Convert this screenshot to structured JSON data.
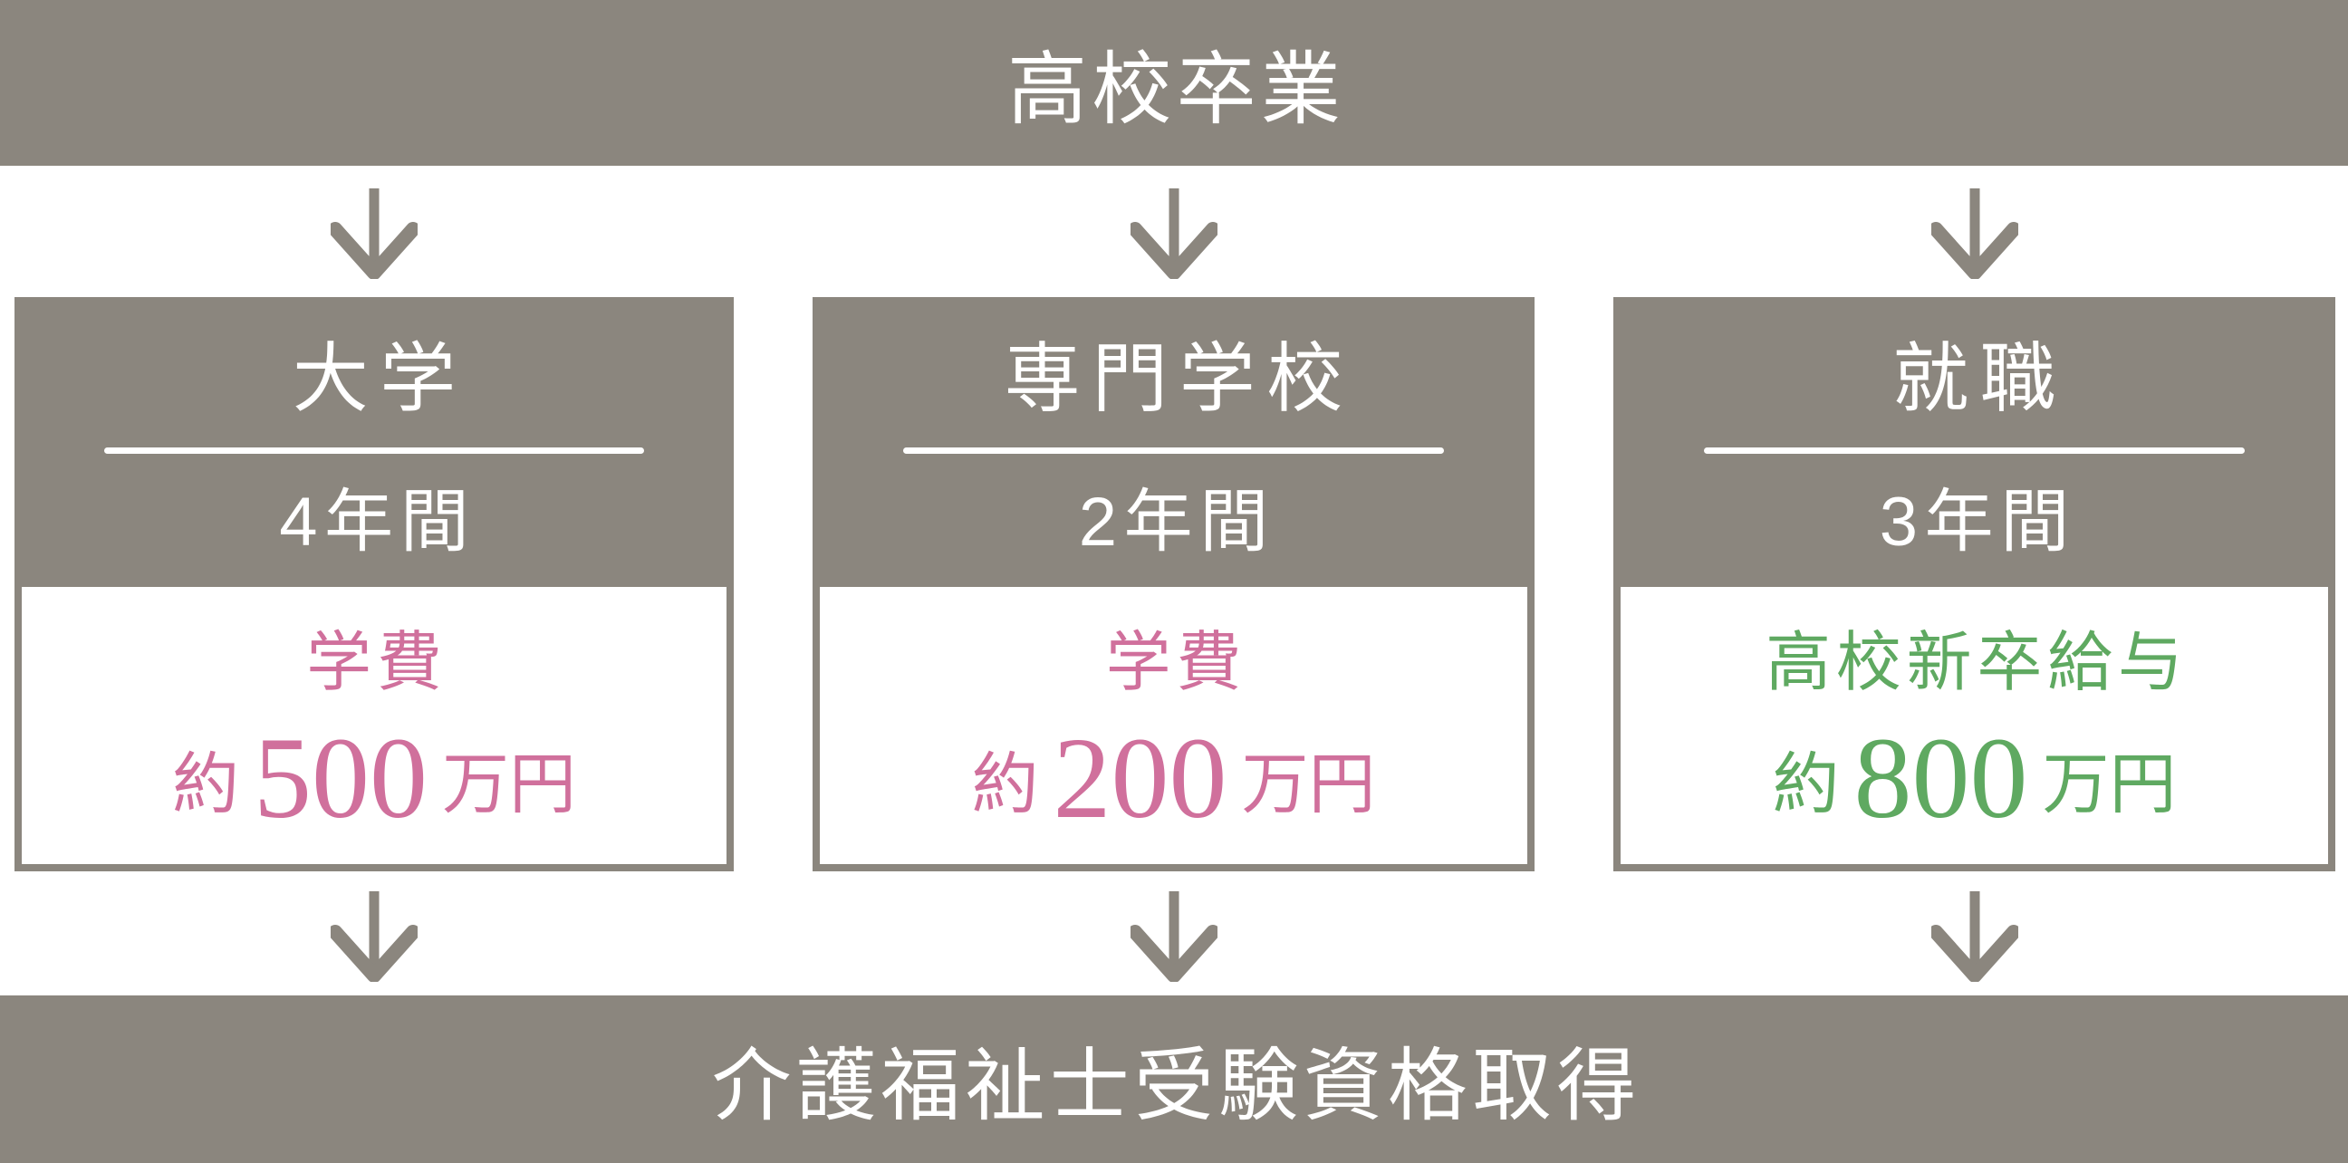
{
  "colors": {
    "gray": "#8b867e",
    "pink": "#d0709c",
    "green": "#5fa961",
    "white": "#ffffff",
    "page_bg": "#ffffff"
  },
  "top_banner": {
    "label": "高校卒業"
  },
  "bottom_banner": {
    "label": "介護福祉士受験資格取得"
  },
  "columns": [
    {
      "title": "大学",
      "duration": "4年間",
      "value_label": "学費",
      "amount_prefix": "約",
      "amount": "500",
      "amount_unit": "万円",
      "accent": "pink"
    },
    {
      "title": "専門学校",
      "duration": "2年間",
      "value_label": "学費",
      "amount_prefix": "約",
      "amount": "200",
      "amount_unit": "万円",
      "accent": "pink"
    },
    {
      "title": "就職",
      "duration": "3年間",
      "value_label": "高校新卒給与",
      "amount_prefix": "約",
      "amount": "800",
      "amount_unit": "万円",
      "accent": "green"
    }
  ]
}
